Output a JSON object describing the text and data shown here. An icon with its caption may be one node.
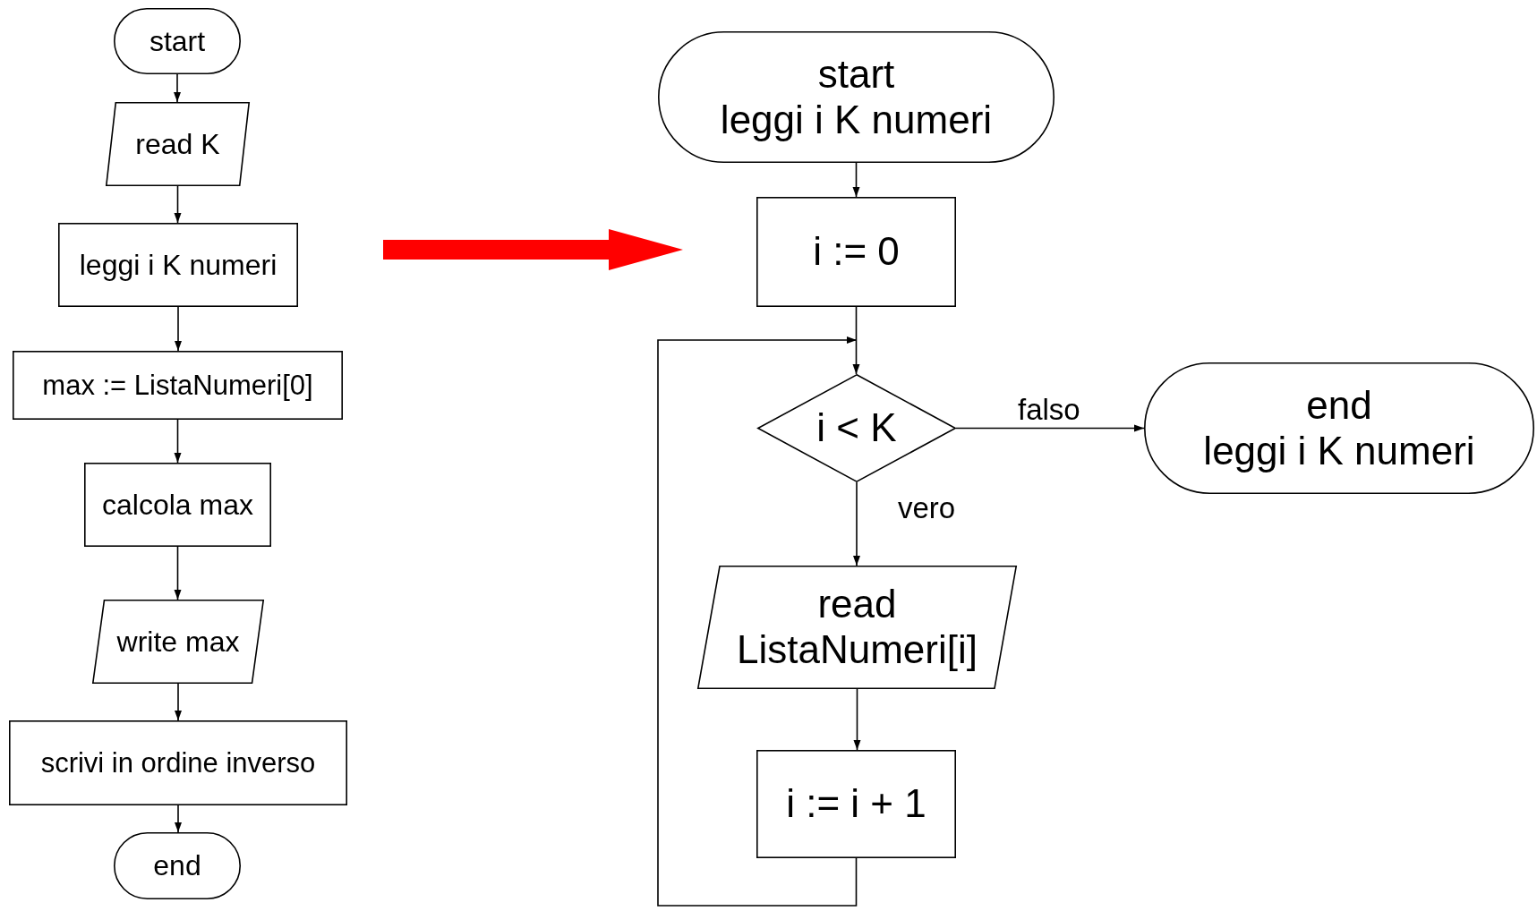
{
  "diagram": {
    "nodes": [
      {
        "text": [
          "start"
        ]
      },
      {
        "text": [
          "read K"
        ]
      },
      {
        "text": [
          "leggi i K numeri"
        ]
      },
      {
        "text": [
          "max := ListaNumeri[0]"
        ]
      },
      {
        "text": [
          "calcola max"
        ]
      },
      {
        "text": [
          "write max"
        ]
      },
      {
        "text": [
          "scrivi in ordine inverso"
        ]
      },
      {
        "text": [
          "end"
        ]
      },
      {
        "text": [
          "start",
          "leggi i K numeri"
        ]
      },
      {
        "text": [
          "i := 0"
        ]
      },
      {
        "text": [
          "i < K"
        ]
      },
      {
        "text": [
          "end",
          "leggi i K numeri"
        ]
      },
      {
        "text": [
          "read ListaNumeri[i]"
        ]
      },
      {
        "text": [
          "i := i + 1"
        ]
      }
    ],
    "edges": [
      {
        "from": 0,
        "to": 1,
        "arrow": "to"
      },
      {
        "from": 1,
        "to": 2,
        "arrow": "to"
      },
      {
        "from": 2,
        "to": 3,
        "arrow": "to"
      },
      {
        "from": 3,
        "to": 4,
        "arrow": "to"
      },
      {
        "from": 4,
        "to": 5,
        "arrow": "to"
      },
      {
        "from": 5,
        "to": 6,
        "arrow": "to"
      },
      {
        "from": 6,
        "to": 7,
        "arrow": "to"
      },
      {
        "from": 8,
        "to": 9,
        "arrow": "to"
      },
      {
        "from": 9,
        "to": 10,
        "arrow": "to"
      },
      {
        "from": 10,
        "to": 11,
        "arrow": "to",
        "label": "falso"
      },
      {
        "from": 10,
        "to": 12,
        "arrow": "to",
        "label": "vero"
      },
      {
        "from": 12,
        "to": 13,
        "arrow": "to"
      },
      {
        "from": 13,
        "to": 10,
        "arrow": "to"
      }
    ]
  }
}
